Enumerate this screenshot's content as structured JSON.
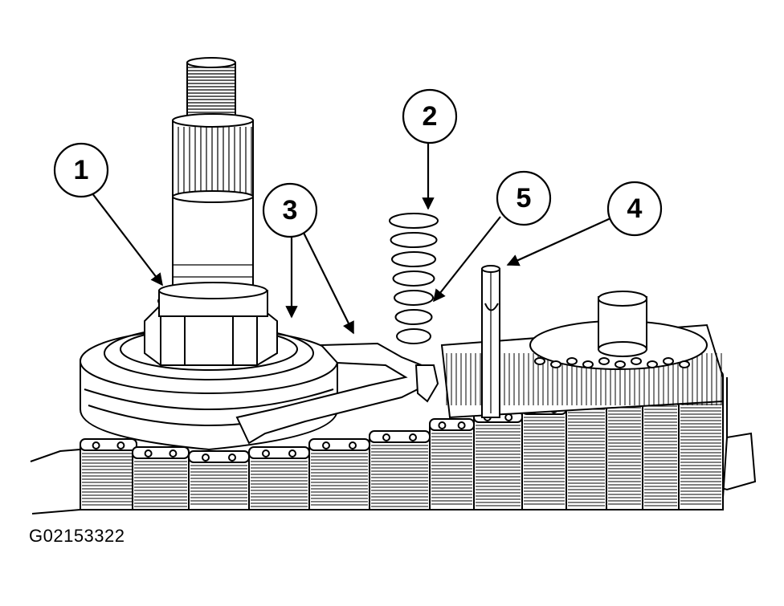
{
  "figure_id": "G02153322",
  "callouts": [
    {
      "label": "1"
    },
    {
      "label": "2"
    },
    {
      "label": "3"
    },
    {
      "label": "4"
    },
    {
      "label": "5"
    }
  ],
  "colors": {
    "line": "#000000",
    "background": "#ffffff"
  }
}
